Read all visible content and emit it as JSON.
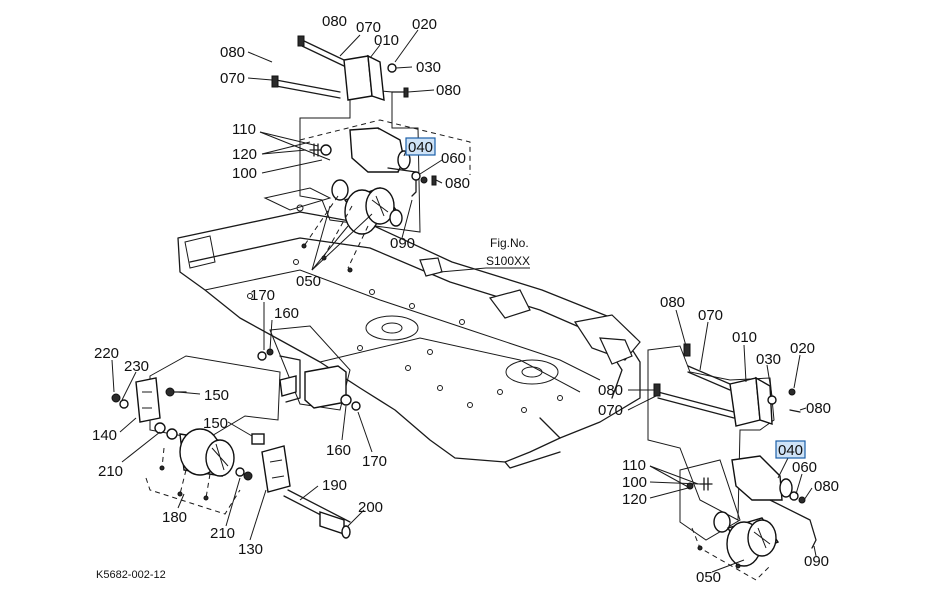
{
  "figure": {
    "caption_line1": "Fig.No.",
    "caption_line2": "S100XX",
    "drawing_code": "K5682-002-12"
  },
  "parts": [
    {
      "id": "p080a",
      "text": "080"
    },
    {
      "id": "p070a",
      "text": "070"
    },
    {
      "id": "p020a",
      "text": "020"
    },
    {
      "id": "p010a",
      "text": "010"
    },
    {
      "id": "p080b",
      "text": "080"
    },
    {
      "id": "p030a",
      "text": "030"
    },
    {
      "id": "p070b",
      "text": "070"
    },
    {
      "id": "p080c",
      "text": "080"
    },
    {
      "id": "p110a",
      "text": "110"
    },
    {
      "id": "p040a",
      "text": "040",
      "highlight": true
    },
    {
      "id": "p060a",
      "text": "060"
    },
    {
      "id": "p120a",
      "text": "120"
    },
    {
      "id": "p080d",
      "text": "080"
    },
    {
      "id": "p100a",
      "text": "100"
    },
    {
      "id": "p090a",
      "text": "090"
    },
    {
      "id": "p050a",
      "text": "050"
    },
    {
      "id": "p170a",
      "text": "170"
    },
    {
      "id": "p160a",
      "text": "160"
    },
    {
      "id": "p220",
      "text": "220"
    },
    {
      "id": "p230",
      "text": "230"
    },
    {
      "id": "p150a",
      "text": "150"
    },
    {
      "id": "p140",
      "text": "140"
    },
    {
      "id": "p150b",
      "text": "150"
    },
    {
      "id": "p210a",
      "text": "210"
    },
    {
      "id": "p160b",
      "text": "160"
    },
    {
      "id": "p170b",
      "text": "170"
    },
    {
      "id": "p180",
      "text": "180"
    },
    {
      "id": "p190",
      "text": "190"
    },
    {
      "id": "p200",
      "text": "200"
    },
    {
      "id": "p210b",
      "text": "210"
    },
    {
      "id": "p130",
      "text": "130"
    },
    {
      "id": "p080e",
      "text": "080"
    },
    {
      "id": "p070c",
      "text": "070"
    },
    {
      "id": "p010b",
      "text": "010"
    },
    {
      "id": "p030b",
      "text": "030"
    },
    {
      "id": "p020b",
      "text": "020"
    },
    {
      "id": "p080f",
      "text": "080"
    },
    {
      "id": "p070d",
      "text": "070"
    },
    {
      "id": "p080g",
      "text": "080"
    },
    {
      "id": "p040b",
      "text": "040",
      "highlight": true
    },
    {
      "id": "p110b",
      "text": "110"
    },
    {
      "id": "p060b",
      "text": "060"
    },
    {
      "id": "p100b",
      "text": "100"
    },
    {
      "id": "p080h",
      "text": "080"
    },
    {
      "id": "p120b",
      "text": "120"
    },
    {
      "id": "p090b",
      "text": "090"
    },
    {
      "id": "p050b",
      "text": "050"
    }
  ],
  "colors": {
    "line": "#1a1a1a",
    "highlight_fill": "#cfe3f7",
    "highlight_border": "#1b5fa8"
  }
}
